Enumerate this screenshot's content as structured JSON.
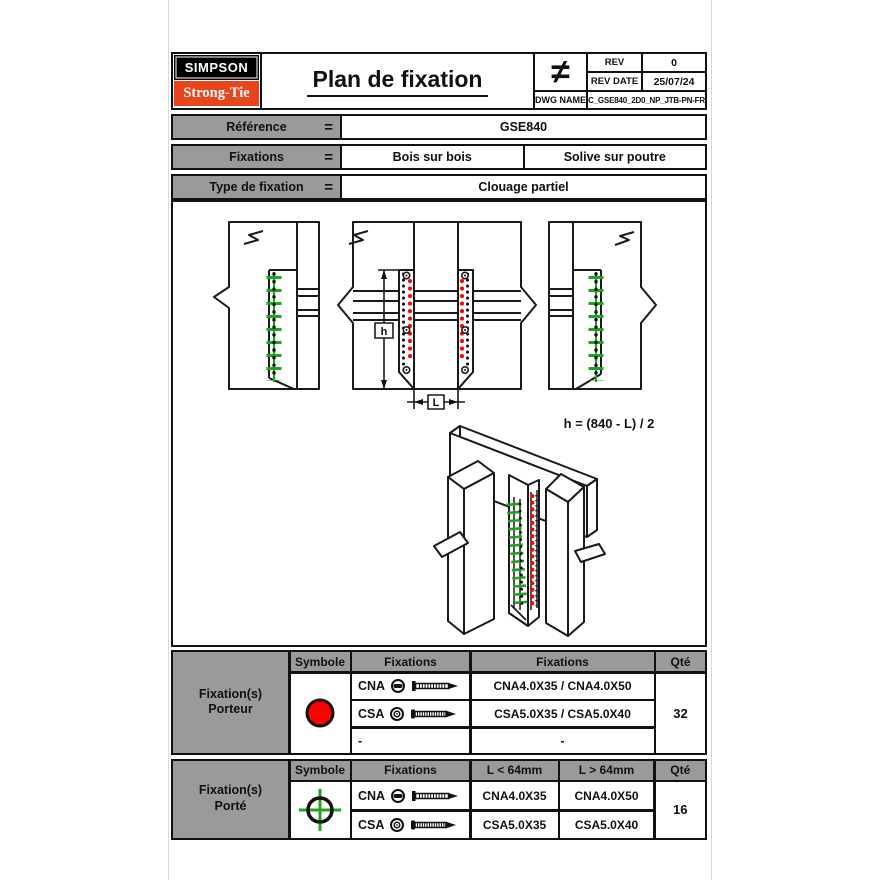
{
  "logo": {
    "line1": "SIMPSON",
    "line2": "Strong-Tie"
  },
  "title": "Plan de fixation",
  "title_block": {
    "neq_symbol": "≠",
    "rev_label": "REV",
    "rev_value": "0",
    "rev_date_label": "REV DATE",
    "rev_date_value": "25/07/24",
    "dwg_label": "DWG NAME",
    "dwg_value": "C_GSE840_2D0_NP_JTB-PN-FR"
  },
  "reference_rows": [
    {
      "label": "Référence",
      "eq": "=",
      "values": [
        "GSE840"
      ]
    },
    {
      "label": "Fixations",
      "eq": "=",
      "values": [
        "Bois sur bois",
        "Solive sur poutre"
      ]
    },
    {
      "label": "Type de fixation",
      "eq": "=",
      "values": [
        "Clouage partiel"
      ]
    }
  ],
  "drawing": {
    "dim_h_label": "h",
    "dim_l_label": "L",
    "formula": "h = (840 - L) / 2"
  },
  "tables": {
    "porteur": {
      "row_label_line1": "Fixation(s)",
      "row_label_line2": "Porteur",
      "headers": {
        "symbole": "Symbole",
        "fixations_icons": "Fixations",
        "fixations_names": "Fixations",
        "qty": "Qté"
      },
      "symbol": "red-filled-circle",
      "rows": [
        {
          "code": "CNA",
          "name": "CNA4.0X35 / CNA4.0X50"
        },
        {
          "code": "CSA",
          "name": "CSA5.0X35 / CSA5.0X40"
        },
        {
          "code": "-",
          "name": "-"
        }
      ],
      "qty": "32"
    },
    "porte": {
      "row_label_line1": "Fixation(s)",
      "row_label_line2": "Porté",
      "headers": {
        "symbole": "Symbole",
        "fixations": "Fixations",
        "l_lt": "L < 64mm",
        "l_gt": "L > 64mm",
        "qty": "Qté"
      },
      "symbol": "green-crosshair-circle",
      "rows": [
        {
          "code": "CNA",
          "l_lt": "CNA4.0X35",
          "l_gt": "CNA4.0X50"
        },
        {
          "code": "CSA",
          "l_lt": "CSA5.0X35",
          "l_gt": "CSA5.0X40"
        }
      ],
      "qty": "16"
    }
  },
  "colors": {
    "line": "#111111",
    "cell_gray": "#9a9a9a",
    "fastener_red": "#ff0000",
    "fastener_green": "#1fa41f",
    "logo_red": "#e8451c"
  }
}
